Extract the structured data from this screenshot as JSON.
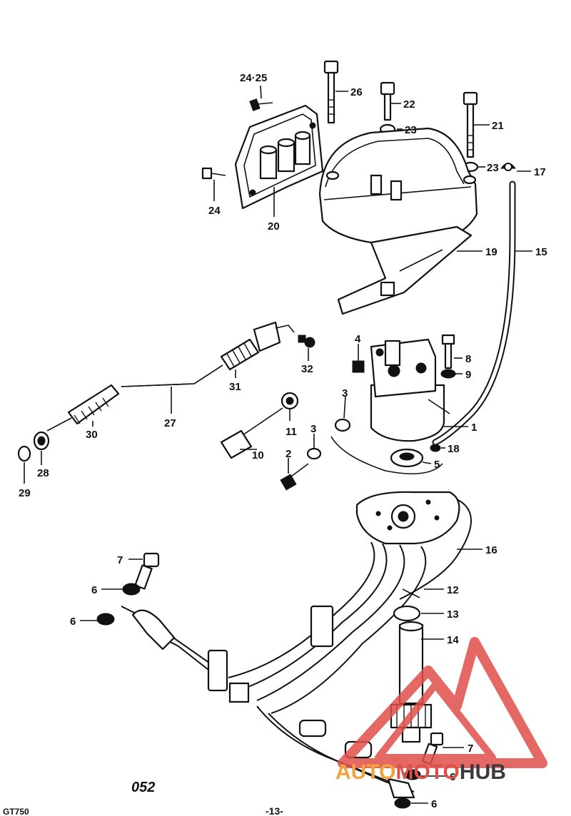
{
  "diagram": {
    "callouts": [
      {
        "id": "c-24-25",
        "text": "24·25"
      },
      {
        "id": "c-26",
        "text": "26"
      },
      {
        "id": "c-22",
        "text": "22"
      },
      {
        "id": "c-23a",
        "text": "23"
      },
      {
        "id": "c-21",
        "text": "21"
      },
      {
        "id": "c-23b",
        "text": "23"
      },
      {
        "id": "c-17",
        "text": "17"
      },
      {
        "id": "c-24",
        "text": "24"
      },
      {
        "id": "c-20",
        "text": "20"
      },
      {
        "id": "c-19",
        "text": "19"
      },
      {
        "id": "c-15",
        "text": "15"
      },
      {
        "id": "c-4",
        "text": "4"
      },
      {
        "id": "c-8",
        "text": "8"
      },
      {
        "id": "c-9",
        "text": "9"
      },
      {
        "id": "c-32",
        "text": "32"
      },
      {
        "id": "c-31",
        "text": "31"
      },
      {
        "id": "c-27",
        "text": "27"
      },
      {
        "id": "c-30",
        "text": "30"
      },
      {
        "id": "c-3a",
        "text": "3"
      },
      {
        "id": "c-1",
        "text": "1"
      },
      {
        "id": "c-3b",
        "text": "3"
      },
      {
        "id": "c-18",
        "text": "18"
      },
      {
        "id": "c-11",
        "text": "11"
      },
      {
        "id": "c-10",
        "text": "10"
      },
      {
        "id": "c-2",
        "text": "2"
      },
      {
        "id": "c-5",
        "text": "5"
      },
      {
        "id": "c-28",
        "text": "28"
      },
      {
        "id": "c-29",
        "text": "29"
      },
      {
        "id": "c-16",
        "text": "16"
      },
      {
        "id": "c-7a",
        "text": "7"
      },
      {
        "id": "c-6a",
        "text": "6"
      },
      {
        "id": "c-6b",
        "text": "6"
      },
      {
        "id": "c-12",
        "text": "12"
      },
      {
        "id": "c-13",
        "text": "13"
      },
      {
        "id": "c-14",
        "text": "14"
      },
      {
        "id": "c-7b",
        "text": "7"
      },
      {
        "id": "c-6c",
        "text": "6"
      },
      {
        "id": "c-6d",
        "text": "6"
      }
    ],
    "figure_number": "052",
    "model": "GT750",
    "page_number": "-13-"
  },
  "watermark": {
    "brand_a": "AUTO",
    "brand_b": "MOTO",
    "brand_c": "HUB",
    "color_red": "#e0504a",
    "color_orange": "#f2a33a",
    "color_gray": "#3a3a3a"
  }
}
